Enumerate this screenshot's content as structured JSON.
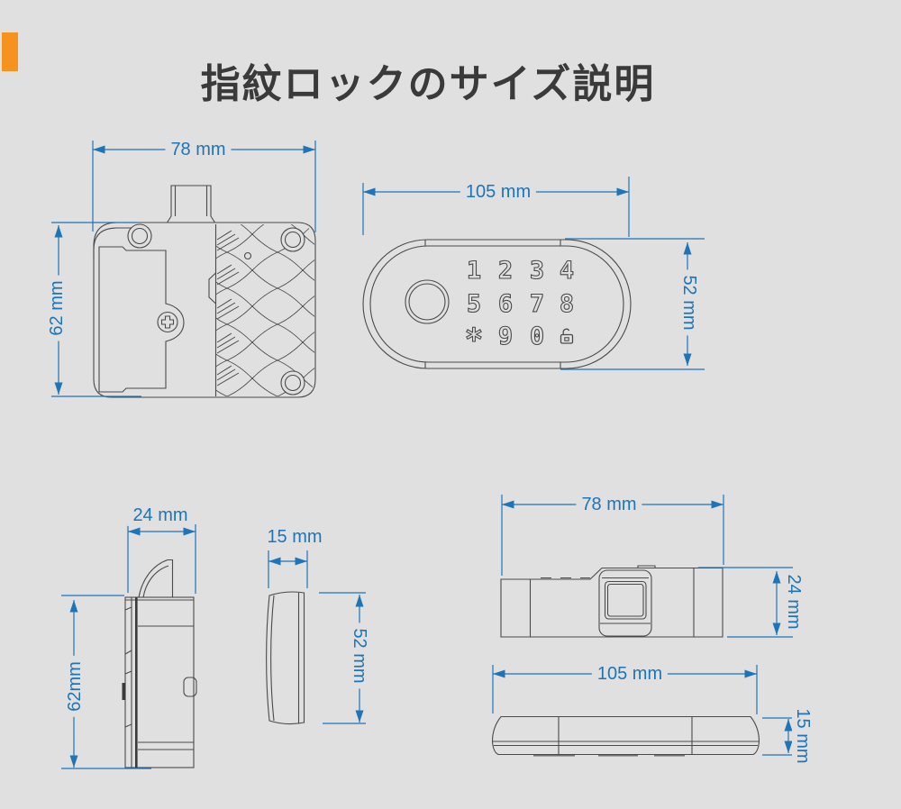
{
  "title": "指紋ロックのサイズ説明",
  "colors": {
    "accent": "#f6921e",
    "dimension": "#1e74b8",
    "line": "#4a4a4a",
    "background": "#e0e0e0",
    "title_text": "#3a3a3a"
  },
  "dimensions": {
    "back_width": "78 mm",
    "back_height": "62 mm",
    "front_width": "105 mm",
    "front_height": "52 mm",
    "side_width": "24 mm",
    "side_height": "62mm",
    "panel_width": "15 mm",
    "panel_height": "52 mm",
    "top_body_width": "78 mm",
    "top_body_height": "24 mm",
    "top_panel_width": "105 mm",
    "top_panel_height": "15 mm"
  },
  "keypad": {
    "keys": [
      "1",
      "2",
      "3",
      "4",
      "5",
      "6",
      "7",
      "8",
      "*",
      "9",
      "0"
    ],
    "lock_icon": "unlock-icon"
  }
}
